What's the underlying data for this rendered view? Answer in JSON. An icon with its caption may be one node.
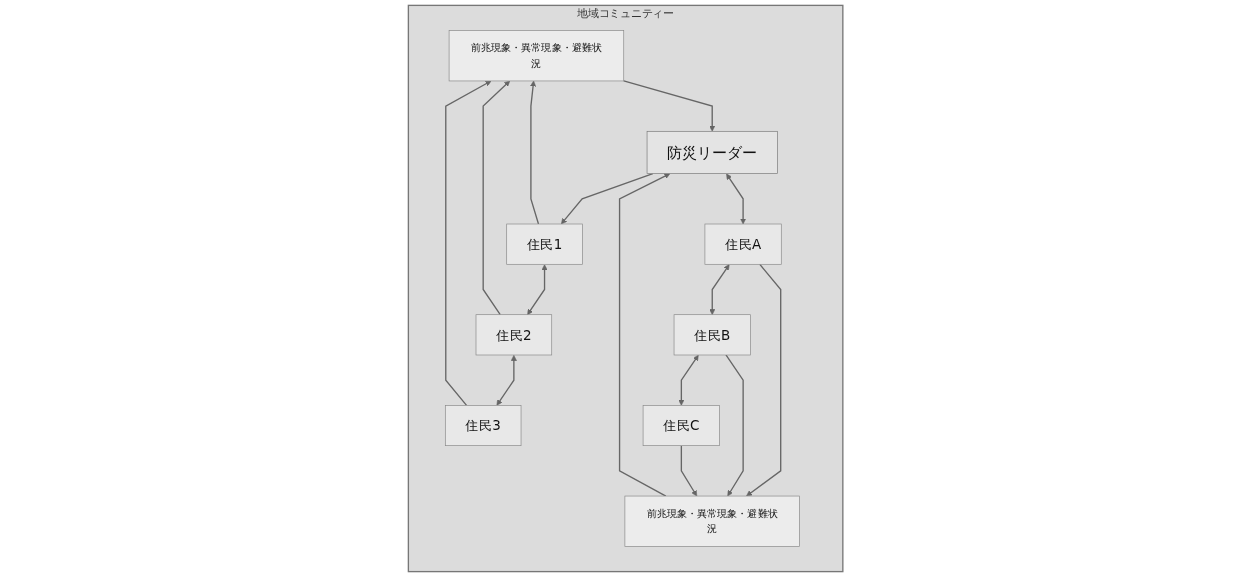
{
  "diagram": {
    "nodes": [
      {
        "text": [
          "地域コミュニティー"
        ]
      },
      {
        "text": [
          "前兆現象・異常現象・避難状況"
        ],
        "in": 0
      },
      {
        "text": [
          "防災リーダー"
        ],
        "in": 0
      },
      {
        "text": [
          "前兆現象・異常現象・避難状況"
        ],
        "in": 0
      },
      {
        "text": [
          "住民1"
        ],
        "in": 0
      },
      {
        "text": [
          "住民A"
        ],
        "in": 0
      },
      {
        "text": [
          "住民2"
        ],
        "in": 0
      },
      {
        "text": [
          "住民B"
        ],
        "in": 0
      },
      {
        "text": [
          "住民3"
        ],
        "in": 0
      },
      {
        "text": [
          "住民C"
        ],
        "in": 0
      }
    ],
    "edges": [
      {
        "from": 1,
        "to": 2,
        "arrow": "to"
      },
      {
        "from": 3,
        "to": 2,
        "arrow": "to"
      },
      {
        "from": 2,
        "to": 4,
        "arrow": "to"
      },
      {
        "from": 2,
        "to": 5,
        "arrow": "both"
      },
      {
        "from": 4,
        "to": 1,
        "arrow": "to"
      },
      {
        "from": 6,
        "to": 1,
        "arrow": "to"
      },
      {
        "from": 8,
        "to": 1,
        "arrow": "to"
      },
      {
        "from": 5,
        "to": 3,
        "arrow": "to"
      },
      {
        "from": 7,
        "to": 3,
        "arrow": "to"
      },
      {
        "from": 9,
        "to": 3,
        "arrow": "to"
      },
      {
        "from": 4,
        "to": 6,
        "arrow": "both"
      },
      {
        "from": 6,
        "to": 8,
        "arrow": "both"
      },
      {
        "from": 5,
        "to": 7,
        "arrow": "both"
      },
      {
        "from": 7,
        "to": 9,
        "arrow": "both"
      }
    ]
  }
}
